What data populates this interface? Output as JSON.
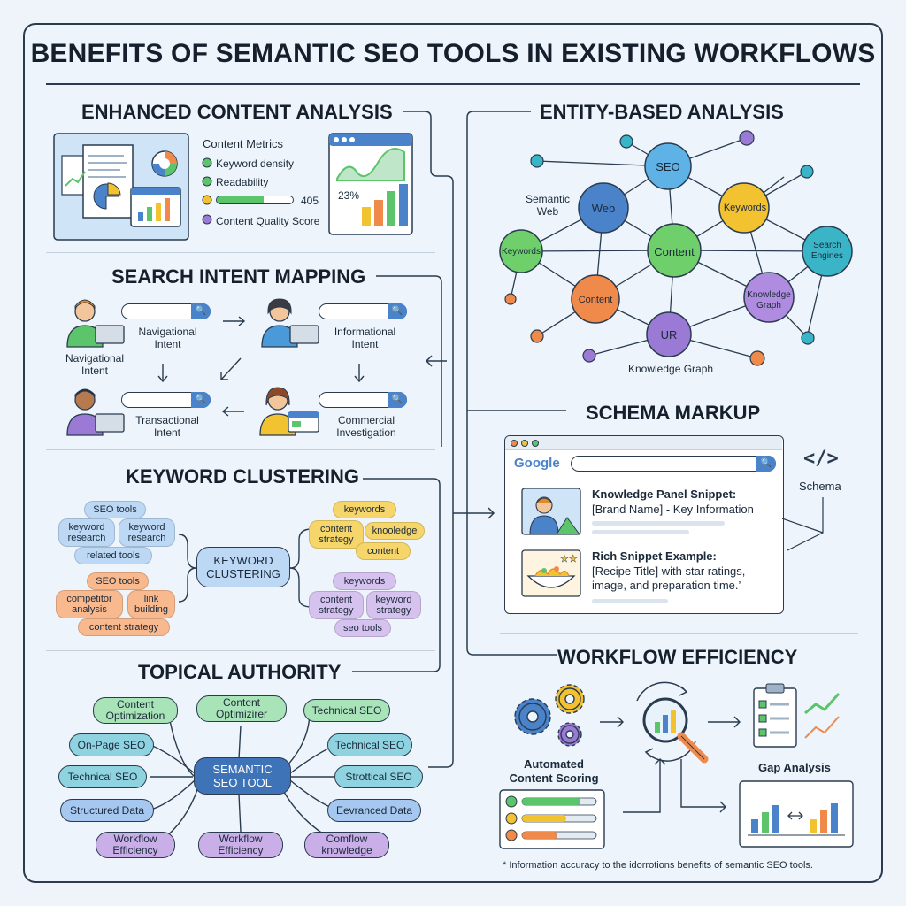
{
  "title": "BENEFITS OF SEMANTIC SEO TOOLS IN EXISTING WORKFLOWS",
  "sections": {
    "content_analysis": {
      "title": "ENHANCED CONTENT ANALYSIS",
      "metrics_title": "Content Metrics",
      "metrics": [
        "Keyword density",
        "Readability",
        "Content Quality Score"
      ],
      "score_value": "405",
      "chart_percent": "23%"
    },
    "entity_analysis": {
      "title": "ENTITY-BASED ANALYSIS",
      "side_label": "Semantic Web",
      "nodes": [
        "SEO",
        "Web",
        "Keywords",
        "Keywords",
        "Content",
        "Search Engines",
        "Content",
        "Knowledge Graph",
        "UR"
      ],
      "caption": "Knowledge Graph"
    },
    "intent_mapping": {
      "title": "SEARCH INTENT MAPPING",
      "navigational_top": "Navigational Intent",
      "navigational_left": "Navigational Intent",
      "informational": "Informational Intent",
      "transactional": "Transactional Intent",
      "commercial": "Commercial Investigation"
    },
    "schema": {
      "title": "SCHEMA MARKUP",
      "search_logo": "Google",
      "schema_label": "Schema",
      "schema_icon": "</>",
      "knowledge_title": "Knowledge Panel Snippet:",
      "knowledge_body": "[Brand Name] - Key Information",
      "rich_title": "Rich Snippet Example:",
      "rich_body_1": "[Recipe Title] with star ratings,",
      "rich_body_2": "image, and preparation time.’"
    },
    "clustering": {
      "title": "KEYWORD CLUSTERING",
      "center": "KEYWORD CLUSTERING",
      "left_blue": [
        "SEO tools",
        "keyword research",
        "keyword research",
        "related tools"
      ],
      "left_orange": [
        "SEO tools",
        "competitor analysis",
        "link building",
        "content strategy"
      ],
      "right_yellow": [
        "keywords",
        "content strategy",
        "knooledge",
        "content"
      ],
      "right_purple": [
        "keywords",
        "content strategy",
        "keyword strategy",
        "seo tools"
      ]
    },
    "topical": {
      "title": "TOPICAL AUTHORITY",
      "center": "SEMANTIC SEO TOOL",
      "nodes": [
        "Content Optimization",
        "Content Optimizirer",
        "Technical SEO",
        "On-Page SEO",
        "Technical SEO",
        "Technical SEO",
        "Strottical SEO",
        "Structured Data",
        "Eevranced Data",
        "Workflow Efficiency",
        "Workflow Efficiency",
        "Comflow knowledge"
      ]
    },
    "workflow": {
      "title": "WORKFLOW EFFICIENCY",
      "scoring_label": "Automated Content Scoring",
      "gap_label": "Gap Analysis"
    }
  },
  "footnote": "* Information accuracy to the idorrotions benefits of semantic SEO tools.",
  "colors": {
    "ink": "#2a3b4f",
    "blue": "#4a83c9",
    "green": "#5cc46a",
    "yellow": "#f2c230",
    "orange": "#f08a4b",
    "purple": "#9b7ad6",
    "teal": "#3ab5c8"
  }
}
